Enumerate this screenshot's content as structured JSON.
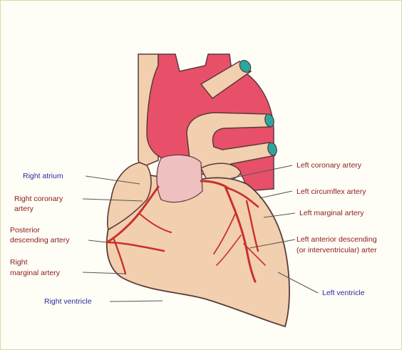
{
  "colors": {
    "background": "#fffef6",
    "border": "#dcd8a8",
    "heart_fill": "#f2cfae",
    "great_vessel_red": "#e8506a",
    "vessel_outline": "#5a3a3a",
    "artery_red": "#c9302c",
    "atrium_pink": "#f0c0c0",
    "vessel_cap": "#2aa7a0",
    "label_blue": "#2a2aa0",
    "label_red": "#8a1a1a",
    "leader_line": "#555555"
  },
  "labels": {
    "right_atrium": "Right atrium",
    "right_coronary_artery_1": "Right coronary",
    "right_coronary_artery_2": "artery",
    "posterior_descending_1": "Posterior",
    "posterior_descending_2": "descending artery",
    "right_marginal_1": "Right",
    "right_marginal_2": "marginal artery",
    "right_ventricle": "Right ventricle",
    "left_coronary_artery": "Left coronary artery",
    "left_circumflex_artery": "Left circumflex artery",
    "left_marginal_artery": "Left marginal artery",
    "left_anterior_descending_1": "Left anterior descending",
    "left_anterior_descending_2": "(or interventricular) arter",
    "left_ventricle": "Left ventricle"
  }
}
